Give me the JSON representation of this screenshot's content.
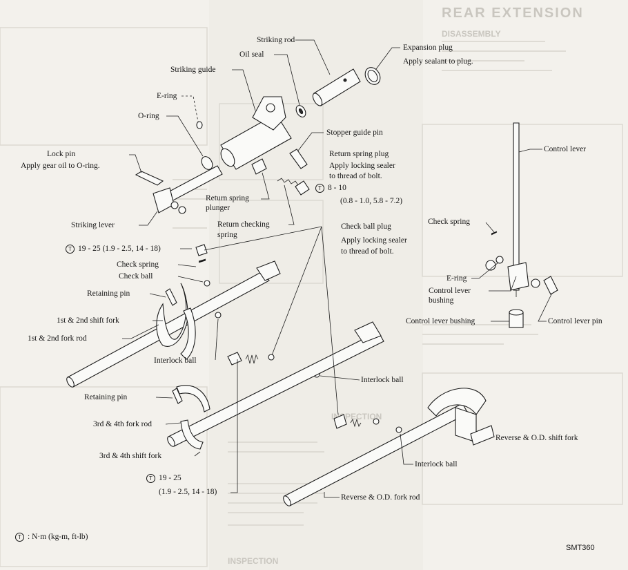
{
  "background": {
    "header": "REAR EXTENSION",
    "subheader": "DISASSEMBLY",
    "inspection_heading": "INSPECTION",
    "inspection_heading_2": "INSPECTION"
  },
  "labels": {
    "striking_rod": "Striking rod",
    "expansion_plug": "Expansion plug",
    "expansion_plug_note": "Apply sealant to plug.",
    "oil_seal": "Oil seal",
    "striking_guide": "Striking guide",
    "e_ring_left": "E-ring",
    "o_ring": "O-ring",
    "stopper_guide_pin": "Stopper guide pin",
    "return_spring_plug": "Return spring plug",
    "return_spring_plug_note_1": "Apply locking sealer",
    "return_spring_plug_note_2": "to thread of bolt.",
    "torque_1": "8 - 10",
    "torque_1_units": "(0.8 - 1.0, 5.8 - 7.2)",
    "lock_pin": "Lock pin",
    "lock_pin_note": "Apply gear oil to O-ring.",
    "return_spring_plunger_1": "Return spring",
    "return_spring_plunger_2": "plunger",
    "return_checking_spring_1": "Return checking",
    "return_checking_spring_2": "spring",
    "striking_lever": "Striking lever",
    "torque_2": "19 - 25 (1.9 - 2.5, 14 - 18)",
    "check_ball_plug": "Check ball plug",
    "check_ball_plug_note_1": "Apply locking sealer",
    "check_ball_plug_note_2": "to thread of bolt.",
    "check_spring_mid": "Check spring",
    "check_ball": "Check ball",
    "retaining_pin_1": "Retaining pin",
    "shift_fork_12": "1st & 2nd shift fork",
    "fork_rod_12": "1st & 2nd fork rod",
    "interlock_ball_1": "Interlock ball",
    "interlock_ball_2": "Interlock ball",
    "retaining_pin_2": "Retaining pin",
    "fork_rod_34": "3rd & 4th fork rod",
    "shift_fork_34": "3rd & 4th shift fork",
    "torque_3": "19 - 25",
    "torque_3_units": "(1.9 - 2.5, 14 - 18)",
    "interlock_ball_3": "Interlock ball",
    "reverse_od_fork_rod": "Reverse & O.D. fork rod",
    "reverse_od_shift_fork": "Reverse & O.D. shift fork",
    "control_lever": "Control lever",
    "check_spring_right": "Check spring",
    "e_ring_right": "E-ring",
    "control_lever_bushing_1": "Control lever",
    "control_lever_bushing_2": "bushing",
    "control_lever_bushing_3": "Control lever bushing",
    "control_lever_pin": "Control lever pin",
    "legend": ": N·m (kg-m, ft-lb)",
    "figure_code": "SMT360"
  },
  "torque_symbol": "T"
}
